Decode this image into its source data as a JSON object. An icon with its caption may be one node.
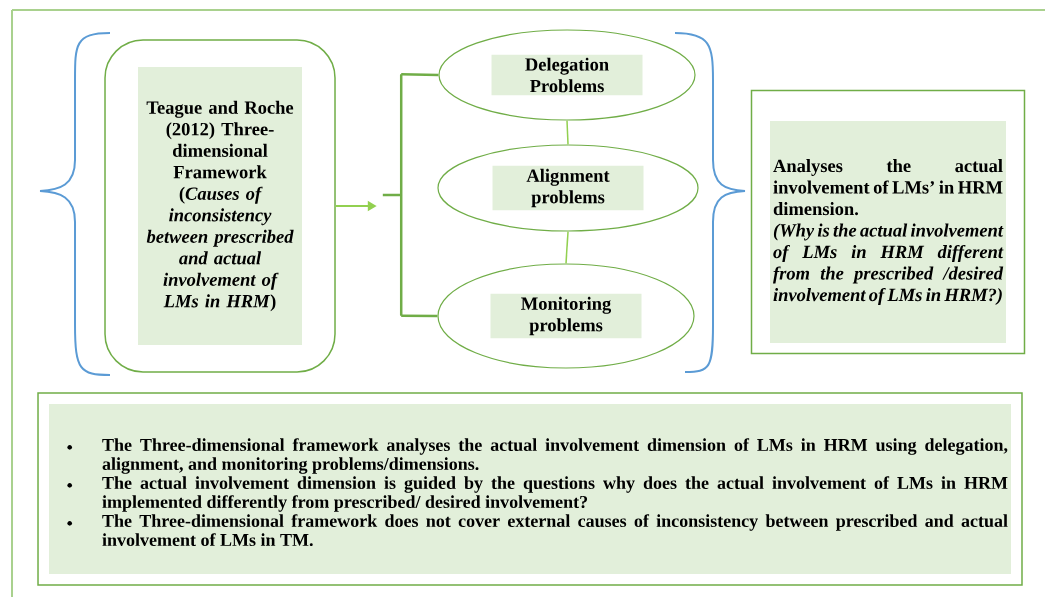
{
  "diagram": {
    "nodes": [
      {
        "text": [
          "Teague and Roche (2012) Three-dimensional Framework",
          "(*Causes of inconsistency between prescribed and actual involvement of LMs in HRM*)"
        ]
      },
      {
        "text": [],
        "shape": "bracket"
      },
      {
        "text": [
          "Delegation Problems"
        ]
      },
      {
        "text": [
          "Alignment problems"
        ]
      },
      {
        "text": [
          "Monitoring problems"
        ]
      },
      {
        "text": [
          "Analyses the actual involvement of LMs’ in HRM dimension.",
          "(Why is the actual involvement of LMs in HRM different from the prescribed /desired involvement of LMs in HRM?)"
        ]
      },
      {
        "text": [
          "The Three-dimensional framework analyses the actual involvement dimension of LMs in HRM using delegation, alignment, and monitoring problems/dimensions.",
          "The actual involvement dimension is guided by the questions why does the actual involvement of LMs in HRM implemented differently from prescribed/ desired involvement?",
          "The Three-dimensional framework does not cover external causes of inconsistency between prescribed and actual involvement of LMs in TM."
        ]
      }
    ],
    "edges": [
      {
        "from": 0,
        "to": 1,
        "arrow": "to"
      },
      {
        "from": 1,
        "to": 2,
        "arrow": "none"
      },
      {
        "from": 1,
        "to": 4,
        "arrow": "none"
      },
      {
        "from": 2,
        "to": 3,
        "arrow": "none"
      },
      {
        "from": 3,
        "to": 4,
        "arrow": "none"
      }
    ]
  }
}
